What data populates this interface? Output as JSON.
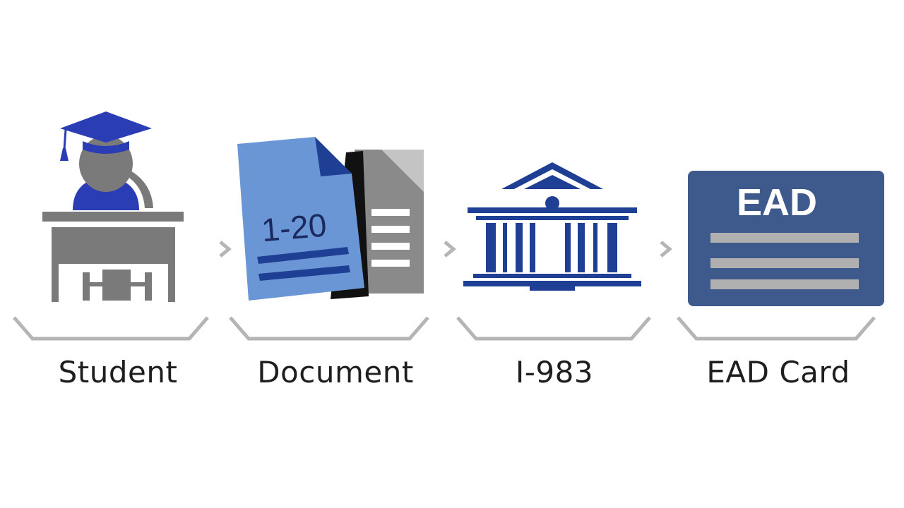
{
  "steps": [
    {
      "label": "Student",
      "icon": "student-at-desk-icon"
    },
    {
      "label": "Document",
      "icon": "document-icon",
      "doc_text": "1-20"
    },
    {
      "label": "I-983",
      "icon": "government-building-icon"
    },
    {
      "label": "EAD Card",
      "icon": "ead-card-icon",
      "card_text": "EAD"
    }
  ],
  "colors": {
    "navy": "#1f3f94",
    "royal_blue": "#2a3db5",
    "doc_blue": "#6b96d6",
    "card_blue": "#3e5a8c",
    "gray": "#7a7a7a",
    "light_gray": "#a8a8a8",
    "bracket_gray": "#b5b5b5",
    "text": "#1e1e1e"
  }
}
